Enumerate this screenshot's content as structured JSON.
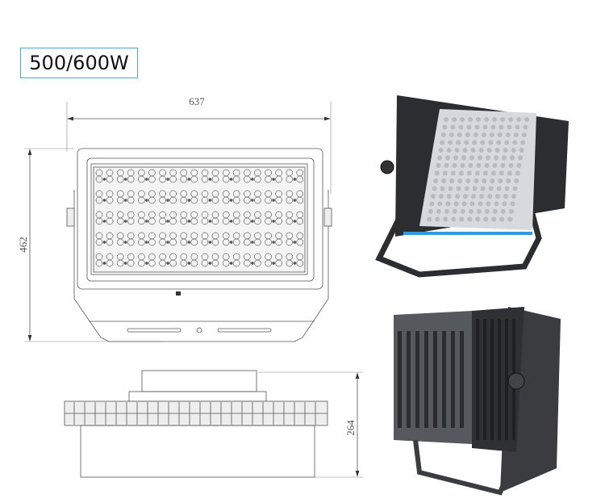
{
  "title": "500/600W",
  "dimensions": {
    "width": "637",
    "height": "462",
    "depth": "264"
  },
  "colors": {
    "badge_border": "#4aa9d6",
    "line": "#555555",
    "housing": "#2b2d30",
    "accent_blue": "#2f9be0"
  }
}
